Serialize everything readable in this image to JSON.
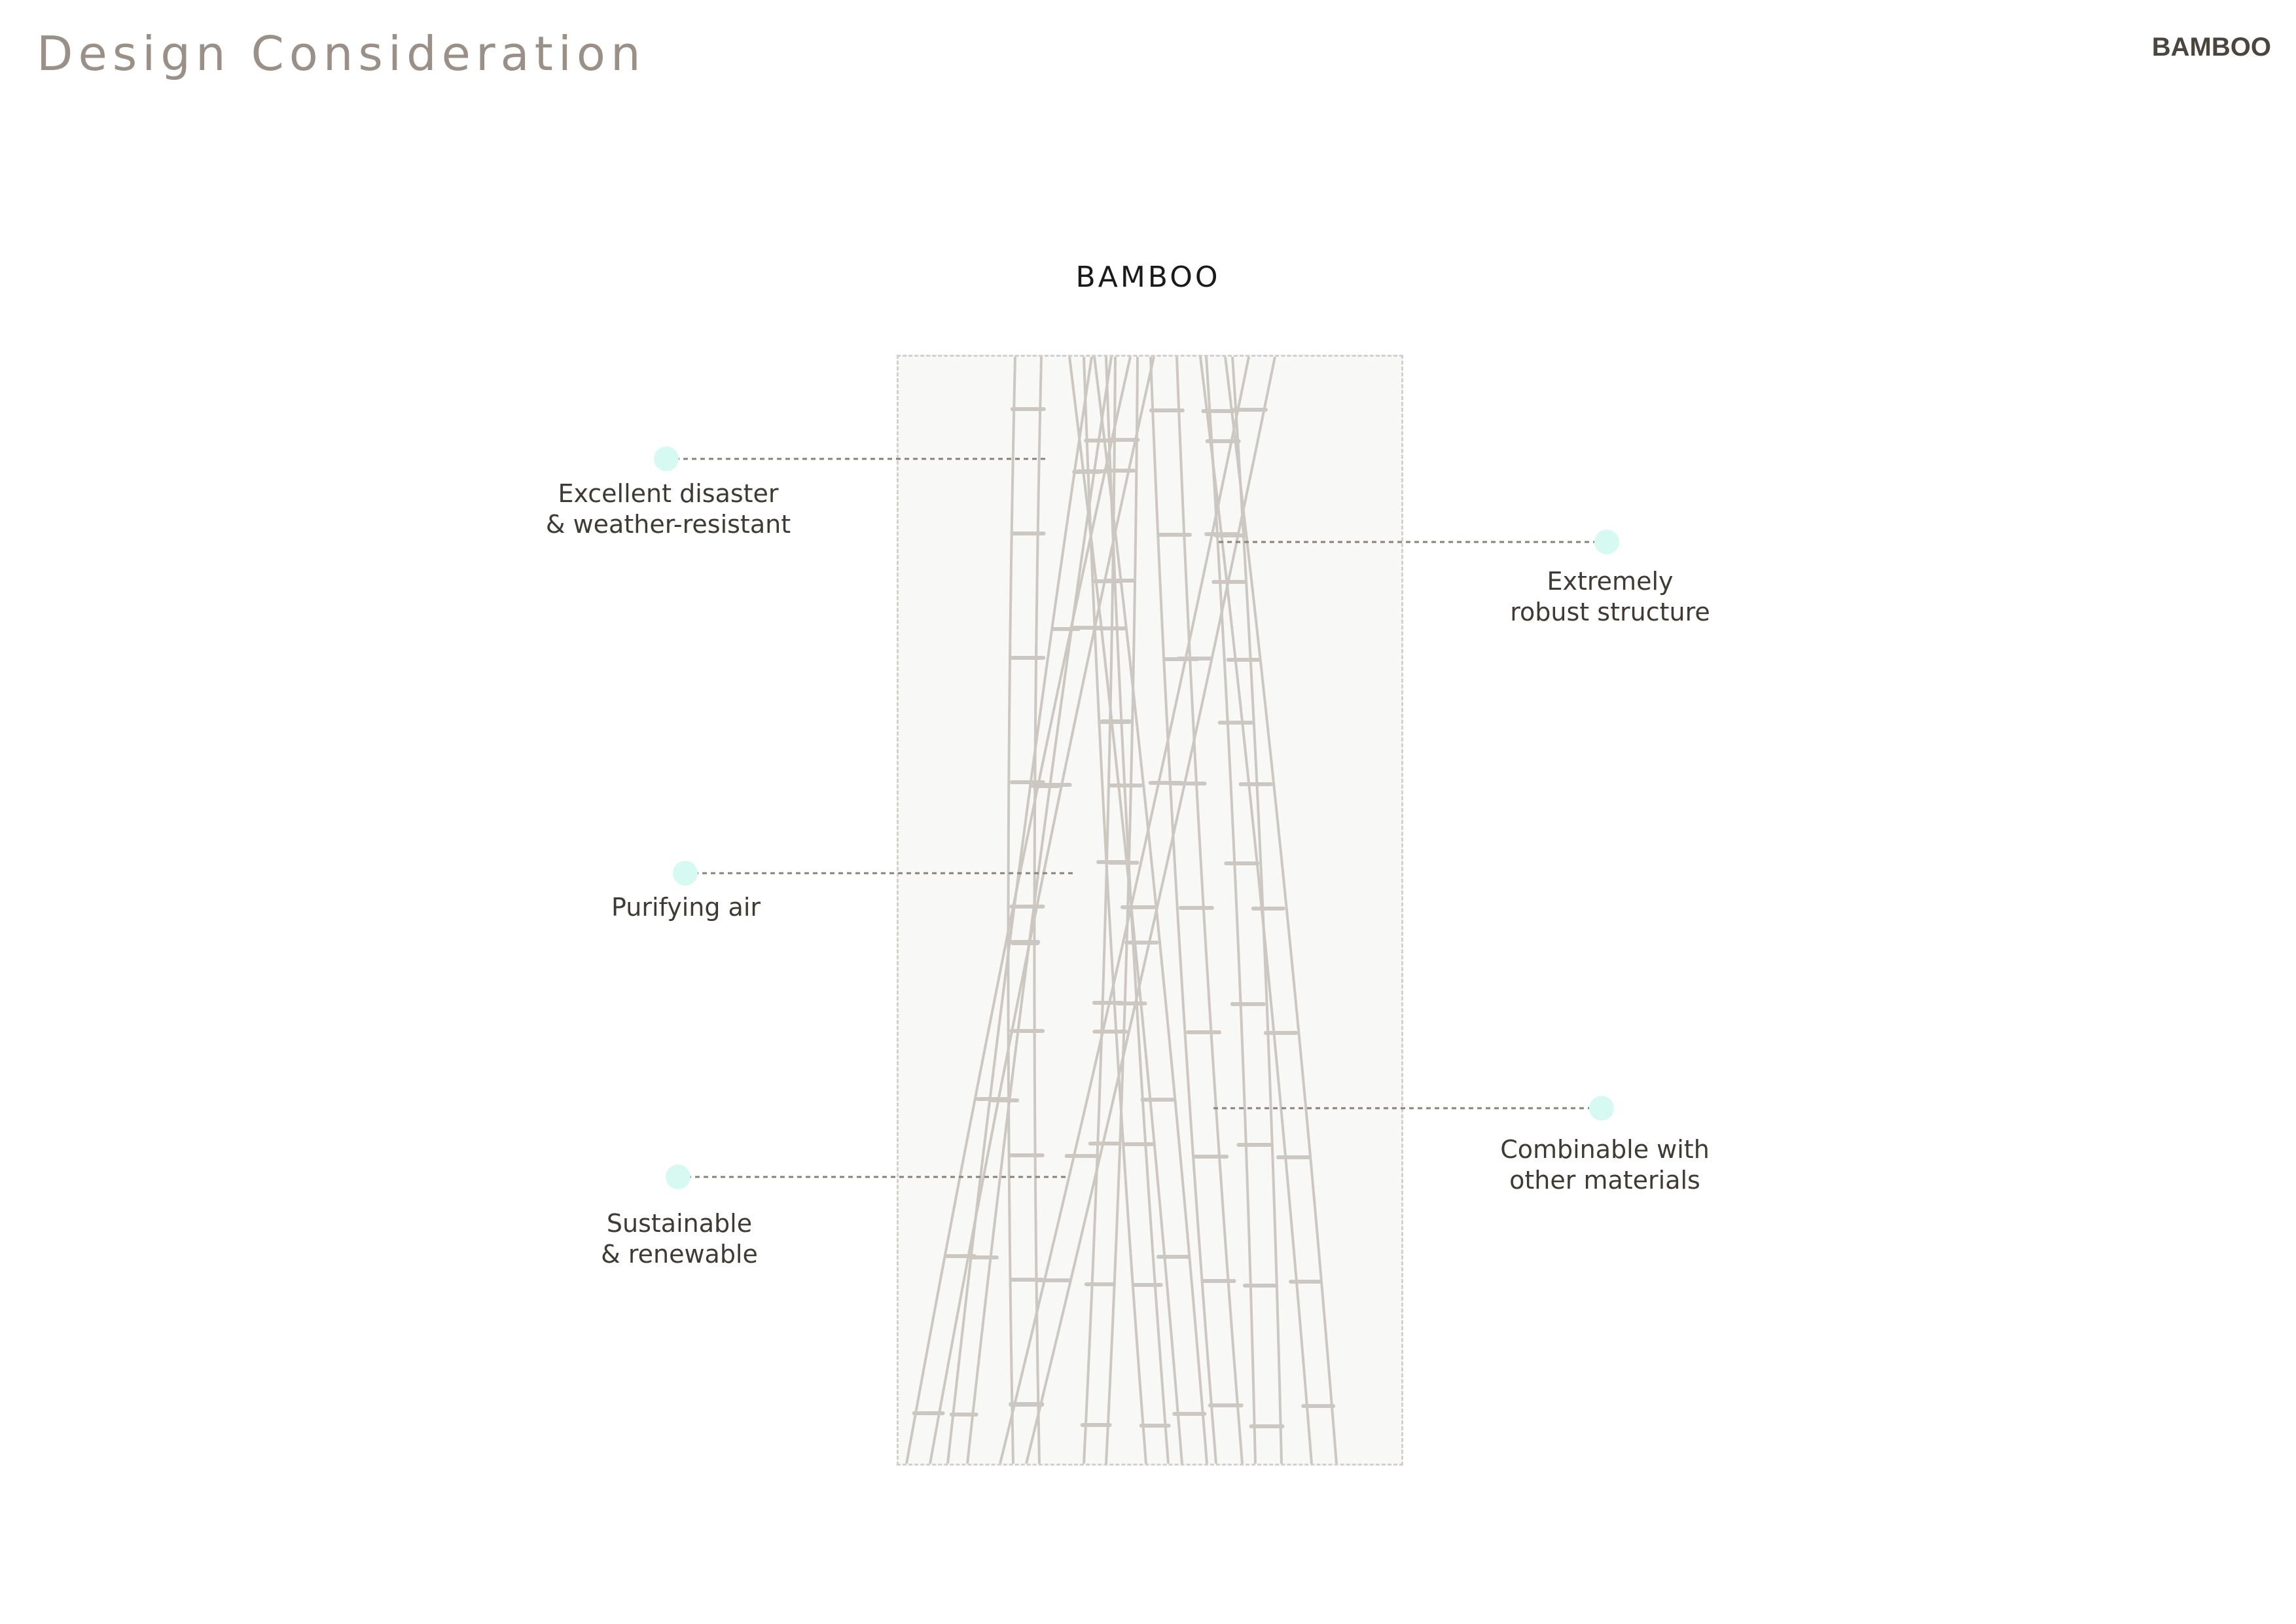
{
  "header": {
    "title": "Design Consideration",
    "section": "BAMBOO"
  },
  "diagram": {
    "title": "BAMBOO",
    "features": [
      {
        "side": "left",
        "lines": [
          "Excellent disaster",
          "& weather-resistant"
        ]
      },
      {
        "side": "right",
        "lines": [
          "Extremely",
          "robust structure"
        ]
      },
      {
        "side": "left",
        "lines": [
          "Purifying air"
        ]
      },
      {
        "side": "right",
        "lines": [
          "Combinable with",
          "other materials"
        ]
      },
      {
        "side": "left",
        "lines": [
          "Sustainable",
          "& renewable"
        ]
      }
    ]
  },
  "colors": {
    "marker": "#d6faf2",
    "leader": "#8a8178",
    "bamboo_stroke": "#ccc8c1",
    "panel_bg": "#f8f8f7",
    "text": "#3f3a33",
    "title_gray": "#9a9088"
  }
}
